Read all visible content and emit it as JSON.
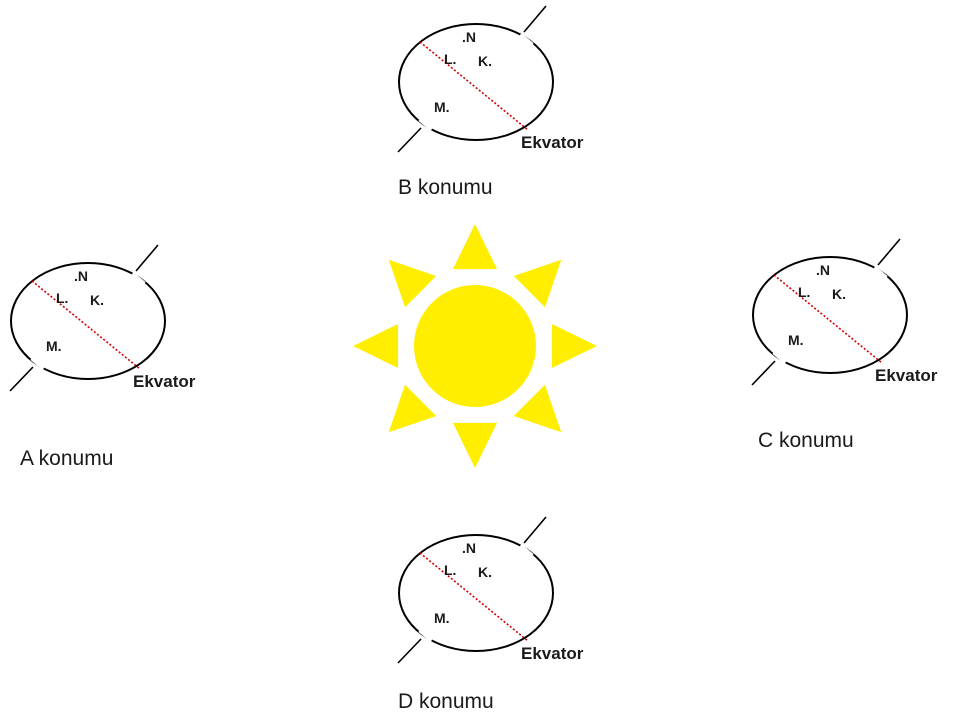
{
  "colors": {
    "sun": "#ffee00",
    "outline": "#000000",
    "equator_line": "#d40000"
  },
  "icons": {
    "sun": "sun-icon"
  },
  "labels": {
    "north": ".N",
    "l": "L.",
    "k": "K.",
    "m": "M.",
    "equator": "Ekvator"
  },
  "positions": [
    {
      "id": "A",
      "caption": "A konumu"
    },
    {
      "id": "B",
      "caption": "B konumu"
    },
    {
      "id": "C",
      "caption": "C konumu"
    },
    {
      "id": "D",
      "caption": "D konumu"
    }
  ]
}
